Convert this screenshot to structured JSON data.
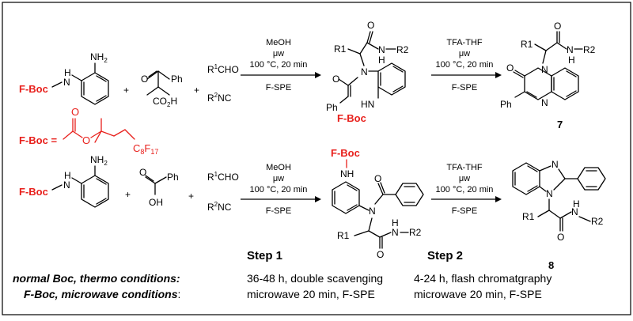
{
  "labels": {
    "fboc": "F-Boc",
    "fboc_def": "F-Boc =",
    "c8f17": "C8F17",
    "nh": "NH",
    "n": "N",
    "h": "H",
    "nh2": "NH2",
    "hn": "HN",
    "o": "O",
    "oh": "OH",
    "ph": "Ph",
    "co2h": "CO2H",
    "r1": "R1",
    "r2": "R2",
    "r1cho": "R1CHO",
    "r2nc": "R2NC",
    "plus": "+"
  },
  "conditions": {
    "step1": [
      "MeOH",
      "μw",
      "100 °C, 20 min",
      "F-SPE"
    ],
    "step2": [
      "TFA-THF",
      "μw",
      "100 °C, 20 min",
      "F-SPE"
    ]
  },
  "compounds": {
    "c7": "7",
    "c8": "8"
  },
  "steps": {
    "step1": "Step 1",
    "step2": "Step 2"
  },
  "footer": {
    "row1_label": "normal Boc, thermo conditions:",
    "row1_step1": "36-48 h, double scavenging",
    "row1_step2": "4-24 h, flash chromatgraphy",
    "row2_label": "F-Boc, microwave conditions",
    "row2_step1": "microwave 20 min, F-SPE",
    "row2_step2": "microwave 20 min, F-SPE"
  },
  "colors": {
    "accent": "#e8201c",
    "frame": "#000000"
  }
}
